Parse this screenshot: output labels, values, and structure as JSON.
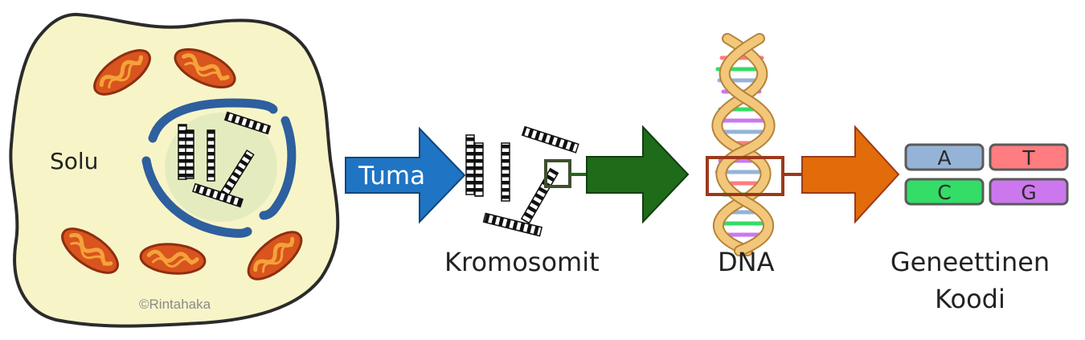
{
  "labels": {
    "cell": "Solu",
    "copyright": "©Rintahaka",
    "nucleus_arrow": "Tuma",
    "chromosomes": "Kromosomit",
    "dna": "DNA",
    "code_line1": "Geneettinen",
    "code_line2": "Koodi"
  },
  "bases": [
    {
      "letter": "A",
      "color": "#95b3d7"
    },
    {
      "letter": "T",
      "color": "#ff7c80"
    },
    {
      "letter": "C",
      "color": "#33dd66"
    },
    {
      "letter": "G",
      "color": "#cc77ee"
    }
  ],
  "colors": {
    "cell_fill": "#f7f5c8",
    "nucleus_fill": "#e3ebbf",
    "nuclear_envelope": "#2e5f9e",
    "mitochondria": "#d9541e",
    "arrow_nucleus": "#1f74c4",
    "arrow_chromosome": "#1e6b1a",
    "arrow_dna": "#e26b0a",
    "dna_backbone": "#f2c77a"
  }
}
